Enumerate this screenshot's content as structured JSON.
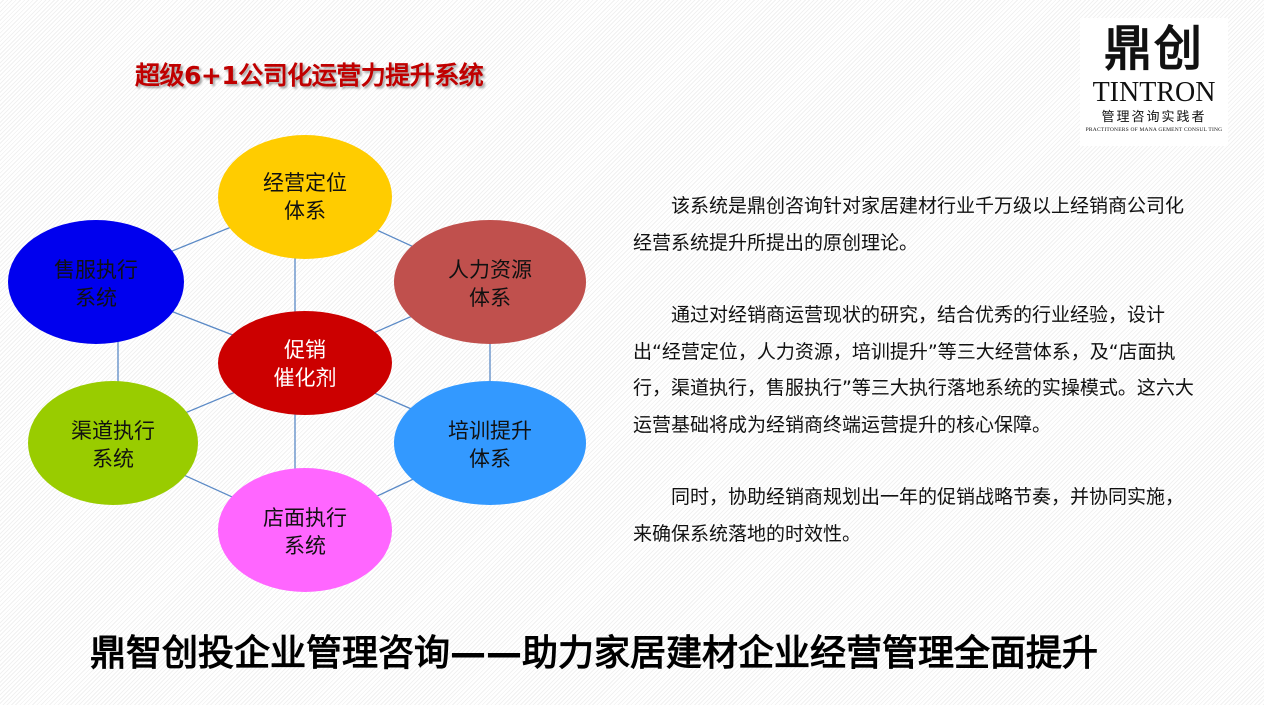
{
  "header": {
    "title": "超级6+1公司化运营力提升系统"
  },
  "logo": {
    "chinese_mark": "鼎创",
    "brand_en": "TINTRON",
    "tagline_cn": "管理咨询实践者",
    "tagline_en": "PRACTITONERS OF MANA GEMENT CONSUL TING"
  },
  "diagram": {
    "line_color": "#5b8ac6",
    "center": {
      "id": "promotion",
      "lines": [
        "促销",
        "催化剂"
      ],
      "color": "#cc0000",
      "text_color": "#ffffff"
    },
    "nodes": [
      {
        "id": "business-positioning",
        "lines": [
          "经营定位",
          "体系"
        ],
        "color": "#ffcc00",
        "text_color": "#111111"
      },
      {
        "id": "human-resources",
        "lines": [
          "人力资源",
          "体系"
        ],
        "color": "#c0504d",
        "text_color": "#111111"
      },
      {
        "id": "training-upgrade",
        "lines": [
          "培训提升",
          "体系"
        ],
        "color": "#3399ff",
        "text_color": "#111111"
      },
      {
        "id": "store-execution",
        "lines": [
          "店面执行",
          "系统"
        ],
        "color": "#ff66ff",
        "text_color": "#111111"
      },
      {
        "id": "channel-execution",
        "lines": [
          "渠道执行",
          "系统"
        ],
        "color": "#99cc00",
        "text_color": "#111111"
      },
      {
        "id": "after-sales-execution",
        "lines": [
          "售服执行",
          "系统"
        ],
        "color": "#0000ee",
        "text_color": "#111111"
      }
    ]
  },
  "description": {
    "paragraphs": [
      "该系统是鼎创咨询针对家居建材行业千万级以上经销商公司化经营系统提升所提出的原创理论。",
      "通过对经销商运营现状的研究，结合优秀的行业经验，设计出“经营定位，人力资源，培训提升”等三大经营体系，及“店面执行，渠道执行，售服执行”等三大执行落地系统的实操模式。这六大运营基础将成为经销商终端运营提升的核心保障。",
      "同时，协助经销商规划出一年的促销战略节奏，并协同实施，来确保系统落地的时效性。"
    ]
  },
  "footer": {
    "slogan": "鼎智创投企业管理咨询——助力家居建材企业经营管理全面提升"
  }
}
